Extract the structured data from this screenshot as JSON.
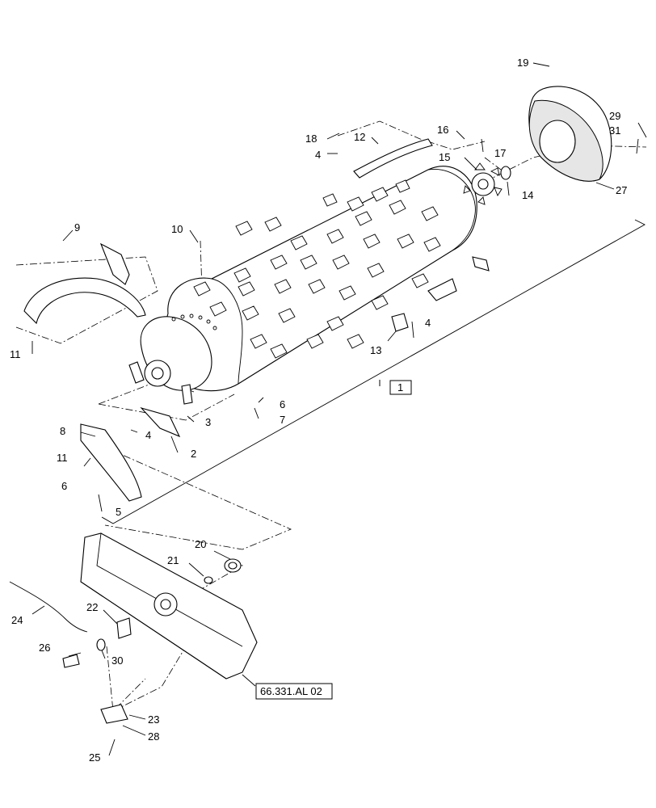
{
  "callouts": {
    "c1": "1",
    "c2": "2",
    "c3": "3",
    "c4a": "4",
    "c4b": "4",
    "c4c": "4",
    "c5": "5",
    "c6a": "6",
    "c6b": "6",
    "c7": "7",
    "c8": "8",
    "c9": "9",
    "c10": "10",
    "c11a": "11",
    "c11b": "11",
    "c12": "12",
    "c13": "13",
    "c14": "14",
    "c15": "15",
    "c16": "16",
    "c17": "17",
    "c18": "18",
    "c19": "19",
    "c20": "20",
    "c21": "21",
    "c22": "22",
    "c23": "23",
    "c24": "24",
    "c25": "25",
    "c26": "26",
    "c27": "27",
    "c28": "28",
    "c29": "29",
    "c30": "30",
    "c31": "31"
  },
  "reference_box": "66.331.AL 02"
}
